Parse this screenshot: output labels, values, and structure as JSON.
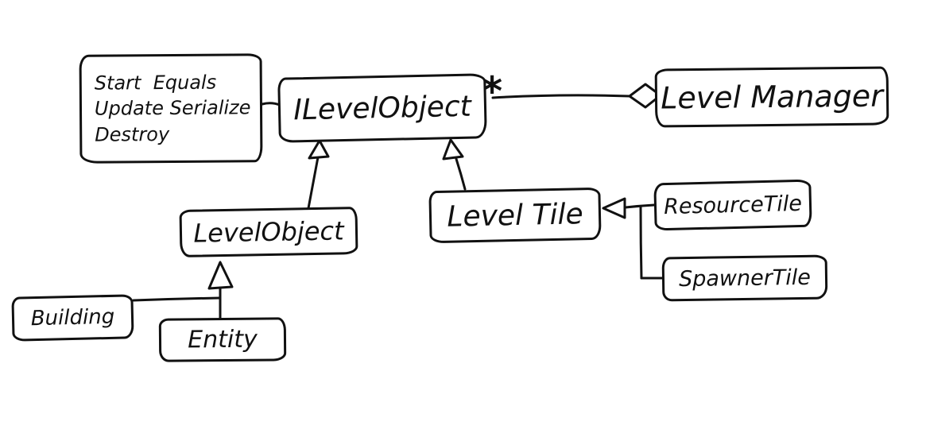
{
  "diagram": {
    "kind": "hand-drawn UML class diagram",
    "nodes": {
      "methods": {
        "lines": [
          "Start  Equals",
          "Update Serialize",
          "Destroy"
        ]
      },
      "ilevelobject": "ILevelObject",
      "levelmanager": "Level Manager",
      "levelobject": "LevelObject",
      "leveltile": "Level Tile",
      "resourcetile": "ResourceTile",
      "spawnertile": "SpawnerTile",
      "building": "Building",
      "entity": "Entity"
    },
    "edges": {
      "multiplicity": "*",
      "relations": [
        {
          "from": "ILevelObject",
          "to": "LevelManager",
          "type": "aggregation",
          "multiplicity": "*"
        },
        {
          "from": "methods-note",
          "to": "ILevelObject",
          "type": "attachment"
        },
        {
          "from": "LevelObject",
          "to": "ILevelObject",
          "type": "inheritance"
        },
        {
          "from": "LevelTile",
          "to": "ILevelObject",
          "type": "inheritance"
        },
        {
          "from": "ResourceTile",
          "to": "LevelTile",
          "type": "inheritance"
        },
        {
          "from": "SpawnerTile",
          "to": "LevelTile",
          "type": "inheritance"
        },
        {
          "from": "Building",
          "to": "LevelObject",
          "type": "inheritance"
        },
        {
          "from": "Entity",
          "to": "LevelObject",
          "type": "inheritance"
        }
      ]
    },
    "colors": {
      "ink": "#111111",
      "background": "#ffffff"
    }
  }
}
